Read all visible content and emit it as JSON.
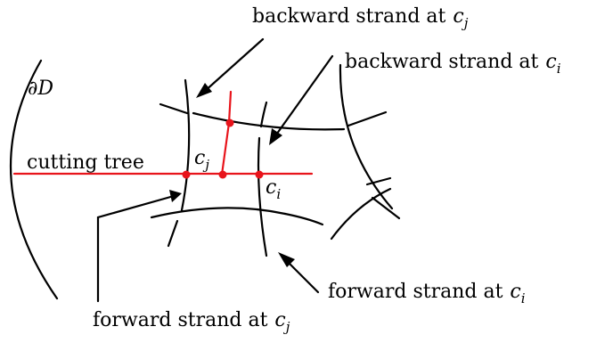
{
  "labels": {
    "backward_cj": "backward strand at",
    "backward_ci": "backward strand at",
    "boundary": "∂D",
    "cutting_tree": "cutting tree",
    "forward_ci": "forward strand at",
    "forward_cj": "forward strand at",
    "c": "c",
    "sub_i": "i",
    "sub_j": "j"
  },
  "colors": {
    "tree": "#e8141b",
    "strands": "#000000"
  }
}
